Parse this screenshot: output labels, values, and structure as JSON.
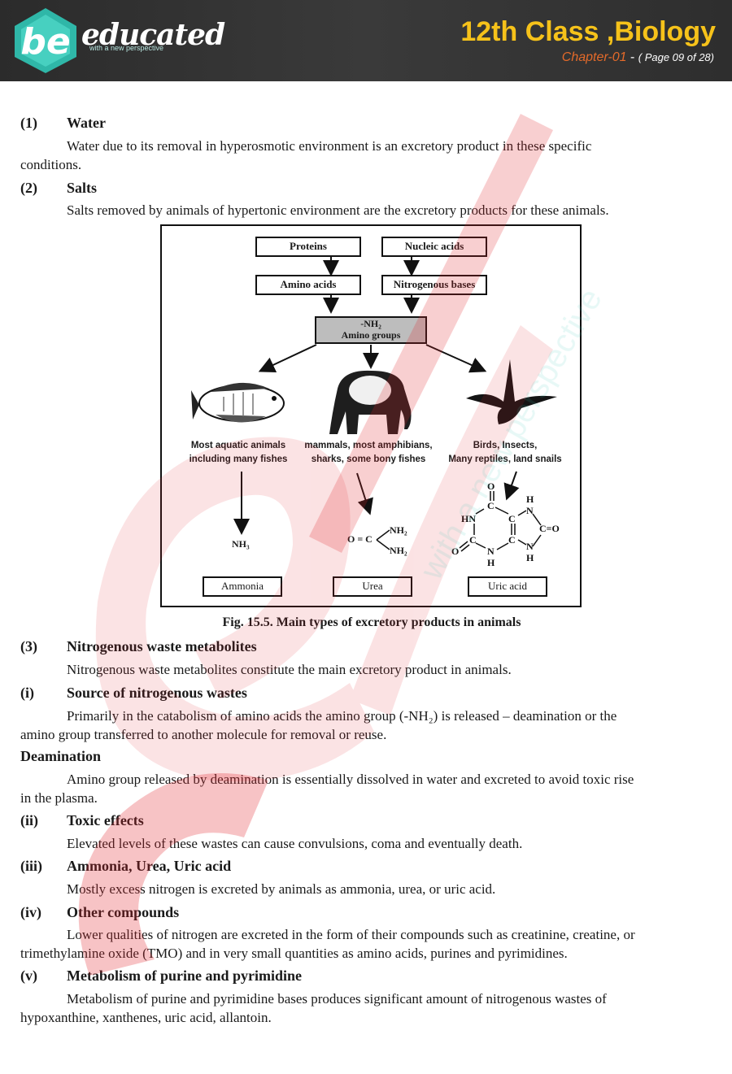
{
  "header": {
    "logo_letters": "be",
    "logo_word": "educated",
    "logo_tagline": "with a new perspective",
    "title": "12th Class ,Biology",
    "chapter": "Chapter-01",
    "separator": "-",
    "page": "( Page 09 of 28)"
  },
  "sections": {
    "water": {
      "num": "(1)",
      "title": "Water",
      "text_l1": "Water due to its removal in hyperosmotic environment is an excretory product in these specific",
      "text_l2": "conditions."
    },
    "salts": {
      "num": "(2)",
      "title": "Salts",
      "text": "Salts removed by animals of hypertonic environment are the excretory products for these animals."
    },
    "nitro": {
      "num": "(3)",
      "title": "Nitrogenous waste metabolites",
      "text": "Nitrogenous waste metabolites constitute the main excretory product in animals."
    },
    "source": {
      "num": "(i)",
      "title": "Source of nitrogenous wastes",
      "text_l1": "Primarily in the catabolism of amino acids the amino group (-NH₂) is released – deamination or the",
      "text_l2": "amino group transferred to another molecule for removal or reuse."
    },
    "deamination": {
      "title": "Deamination",
      "text_l1": "Amino group released by deamination is essentially dissolved in water and excreted to avoid toxic rise",
      "text_l2": "in the plasma."
    },
    "toxic": {
      "num": "(ii)",
      "title": "Toxic effects",
      "text": "Elevated levels of these wastes can cause convulsions, coma and eventually death."
    },
    "aur": {
      "num": "(iii)",
      "title": "Ammonia, Urea, Uric acid",
      "text": "Mostly excess nitrogen is excreted by animals as ammonia, urea, or uric acid."
    },
    "other": {
      "num": "(iv)",
      "title": "Other compounds",
      "text_l1": "Lower qualities of nitrogen are excreted in the form of their compounds such as creatinine, creatine, or",
      "text_l2": "trimethylamine oxide (TMO) and in very small quantities as amino acids, purines and pyrimidines."
    },
    "metab": {
      "num": "(v)",
      "title": "Metabolism of purine and pyrimidine",
      "text_l1": "Metabolism of purine and pyrimidine bases produces significant amount of nitrogenous wastes of",
      "text_l2": "hypoxanthine, xanthenes, uric  acid, allantoin."
    }
  },
  "figure": {
    "proteins": "Proteins",
    "nucleic_acids": "Nucleic acids",
    "amino_acids": "Amino acids",
    "nitrogenous_bases": "Nitrogenous bases",
    "nh2": "-NH₂",
    "amino_groups": "Amino groups",
    "aquatic_l1": "Most aquatic animals",
    "aquatic_l2": "including many fishes",
    "mammals_l1": "mammals, most amphibians,",
    "mammals_l2": "sharks, some bony fishes",
    "birds_l1": "Birds, Insects,",
    "birds_l2": "Many reptiles, land snails",
    "nh3": "NH₃",
    "urea_formula_o": "O = C",
    "urea_formula_nh2a": "NH₂",
    "urea_formula_nh2b": "NH₂",
    "ammonia": "Ammonia",
    "urea": "Urea",
    "uric_acid": "Uric acid",
    "caption": "Fig. 15.5. Main types of excretory products in animals"
  },
  "colors": {
    "header_bg": "#2e2e2e",
    "title_yellow": "#f6c21a",
    "chapter_orange": "#e46a2a",
    "logo_teal": "#3cc4b4",
    "watermark_red": "#e2262d"
  }
}
